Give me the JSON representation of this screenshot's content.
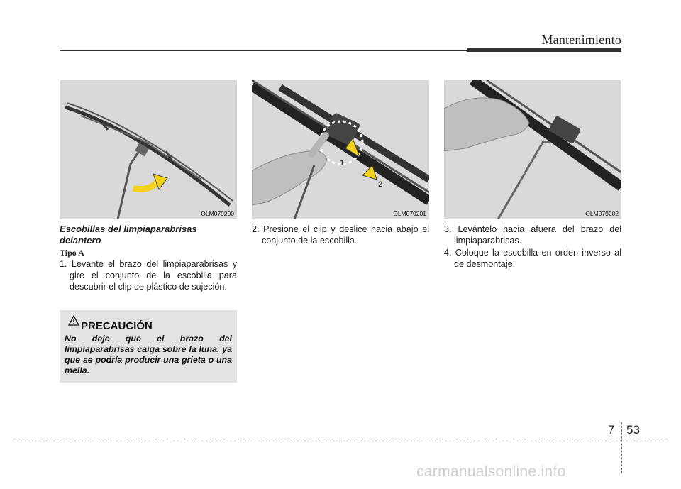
{
  "header": {
    "title": "Mantenimiento"
  },
  "figures": [
    {
      "code": "OLM079200"
    },
    {
      "code": "OLM079201",
      "markers": [
        "1",
        "2"
      ]
    },
    {
      "code": "OLM079202"
    }
  ],
  "section": {
    "subtitle": "Escobillas del limpiaparabrisas delantero",
    "type_label": "Tipo A"
  },
  "steps": [
    "1. Levante el brazo del limpiaparabrisas y gire el conjunto de la escobilla para descubrir el clip de plástico de sujeción.",
    "2. Presione el clip y deslice hacia abajo el conjunto de la escobilla.",
    "3. Levántelo hacia afuera del brazo del limpiaparabrisas.",
    "4. Coloque la escobilla en orden inverso al de desmontaje."
  ],
  "caution": {
    "title": "PRECAUCIÓN",
    "text": "No deje que el brazo del limpiaparabrisas caiga sobre la luna, ya que se podría producir una grieta o una mella."
  },
  "footer": {
    "chapter": "7",
    "page": "53"
  },
  "watermark": "carmanualsonline.info",
  "colors": {
    "figure_bg": "#d9d9d9",
    "arrow_yellow": "#f2d21b",
    "caution_bg": "#e3e3e3"
  }
}
